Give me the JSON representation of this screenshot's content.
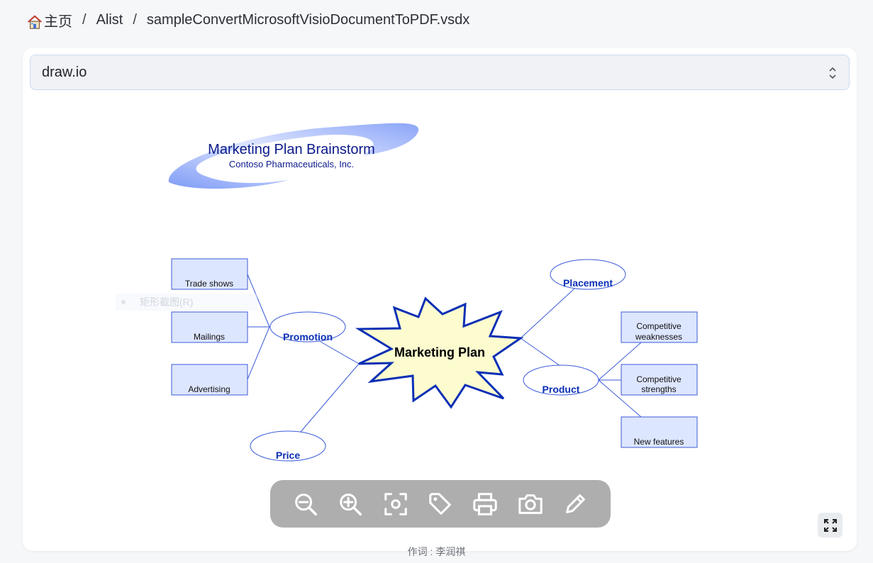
{
  "breadcrumb": {
    "home_label": "主页",
    "items": [
      "Alist",
      "sampleConvertMicrosoftVisioDocumentToPDF.vsdx"
    ],
    "separator": "/"
  },
  "viewer_select": {
    "value": "draw.io"
  },
  "diagram": {
    "title": "Marketing Plan Brainstorm",
    "subtitle": "Contoso Pharmaceuticals, Inc.",
    "center": "Marketing Plan",
    "nodes": {
      "promotion": "Promotion",
      "price": "Price",
      "placement": "Placement",
      "product": "Product"
    },
    "leaves": {
      "trade_shows": "Trade shows",
      "mailings": "Mailings",
      "advertising": "Advertising",
      "competitive_weaknesses": [
        "Competitive",
        "weaknesses"
      ],
      "competitive_strengths": [
        "Competitive",
        "strengths"
      ],
      "new_features": "New features"
    },
    "colors": {
      "node_text": "#0a2fb5",
      "box_fill": "#dde6ff",
      "box_stroke": "#3b5bd9",
      "star_fill": "#fdfccf",
      "star_stroke": "#0a2fb5",
      "title_text": "#0b1a8a"
    }
  },
  "context_hint": "矩形截图(R)",
  "toolbar": {
    "buttons": [
      "zoom-out-icon",
      "zoom-in-icon",
      "focus-icon",
      "tag-icon",
      "print-icon",
      "camera-icon",
      "pencil-icon"
    ]
  },
  "footer": {
    "line1": "作词 : 李润祺"
  }
}
